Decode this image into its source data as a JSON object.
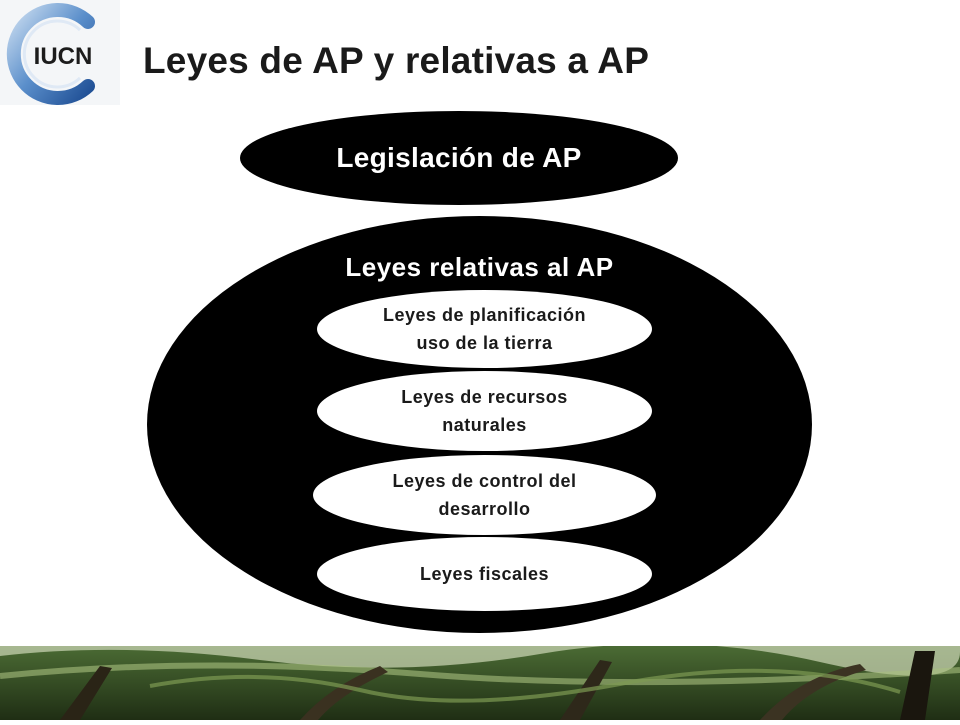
{
  "logo": {
    "text": "IUCN"
  },
  "title": "Leyes de AP y relativas a AP",
  "diagram": {
    "top": "Legislación de AP",
    "group": {
      "label": "Leyes relativas al AP",
      "items": [
        {
          "line1": "Leyes de planificación",
          "line2": "uso de la tierra"
        },
        {
          "line1": "Leyes de recursos",
          "line2": "naturales"
        },
        {
          "line1": "Leyes de control del",
          "line2": "desarrollo"
        },
        {
          "line1": "Leyes fiscales",
          "line2": ""
        }
      ]
    }
  },
  "colors": {
    "logo_ring_outer": "#1f5aa6",
    "logo_ring_inner": "#8fb4dc",
    "title": "#1a1a1a",
    "ellipse_dark": "#000000",
    "forest_green": "#3e5a2a"
  }
}
